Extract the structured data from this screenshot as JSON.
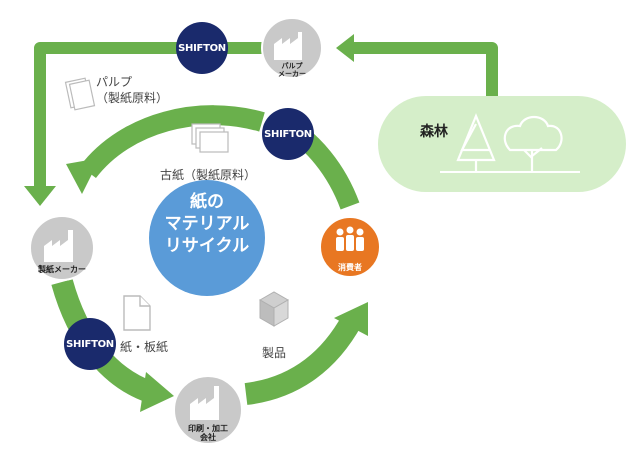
{
  "center": {
    "line1": "紙の",
    "line2": "マテリアル",
    "line3": "リサイクル"
  },
  "forest": {
    "label": "森林"
  },
  "nodes": {
    "pulp_maker": "パルプ\nメーカー",
    "paper_maker": "製紙メーカー",
    "printing_company": "印刷・加工\n会社",
    "consumer": "消費者"
  },
  "labels": {
    "pulp": "パルプ\n（製紙原料）",
    "used_paper": "古紙（製紙原料）",
    "paper_board": "紙・板紙",
    "products": "製品"
  },
  "badges": {
    "shifton": "SHIFTON"
  },
  "colors": {
    "arrow_green": "#6ab04c",
    "forest_fill": "#d5eec9",
    "center_blue": "#5a9bd8",
    "node_gray": "#c9c9c9",
    "consumer_orange": "#e87722",
    "badge_navy": "#1a2a6c"
  }
}
